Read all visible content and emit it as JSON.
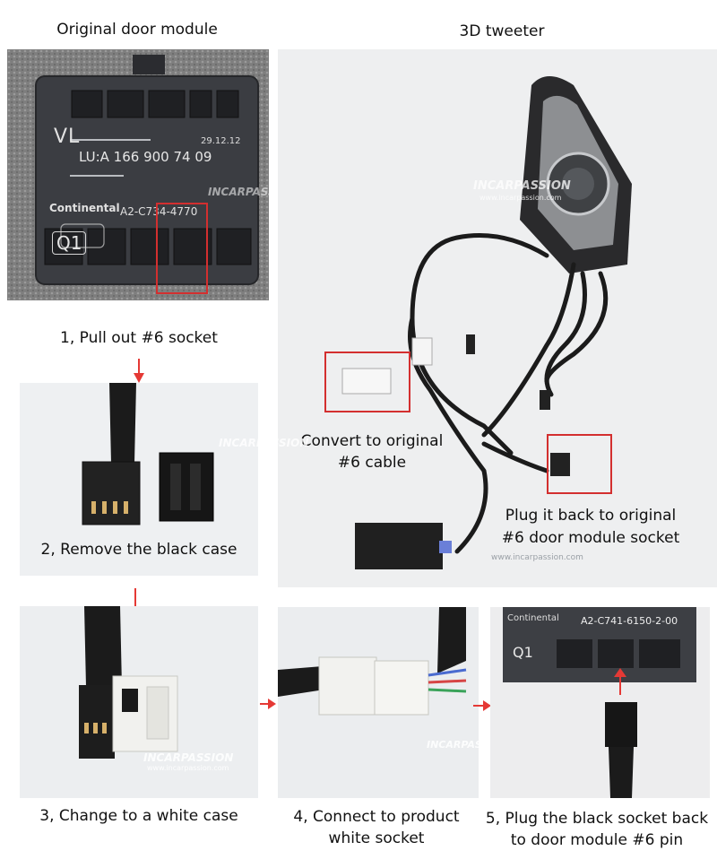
{
  "headings": {
    "door_module": "Original door module",
    "tweeter": "3D tweeter"
  },
  "steps": {
    "step1": "1, Pull out #6 socket",
    "step2": "2, Remove the black case",
    "step3": "3, Change to a white case",
    "step4_line1": "4, Connect to product",
    "step4_line2": "white socket",
    "step5_line1": "5, Plug the black socket back",
    "step5_line2": "to door module #6 pin"
  },
  "annotations": {
    "convert_line1": "Convert to original",
    "convert_line2": "#6 cable",
    "plug_line1": "Plug it back to original",
    "plug_line2": "#6 door module socket"
  },
  "watermark": {
    "brand": "INCARPASSION",
    "url": "www.incarpassion.com"
  },
  "module_label": {
    "side": "VL",
    "part_number": "LU:A 166 900 74 09",
    "date": "29.12.12",
    "maker": "Continental",
    "code": "A2-C734-4770",
    "slot": "Q1",
    "code_step5": "A2-C741-6150-2-00"
  },
  "colors": {
    "highlight": "#d32f2f",
    "arrow": "#e53935",
    "module_body": "#3b3d42",
    "cable": "#1b1b1b"
  }
}
